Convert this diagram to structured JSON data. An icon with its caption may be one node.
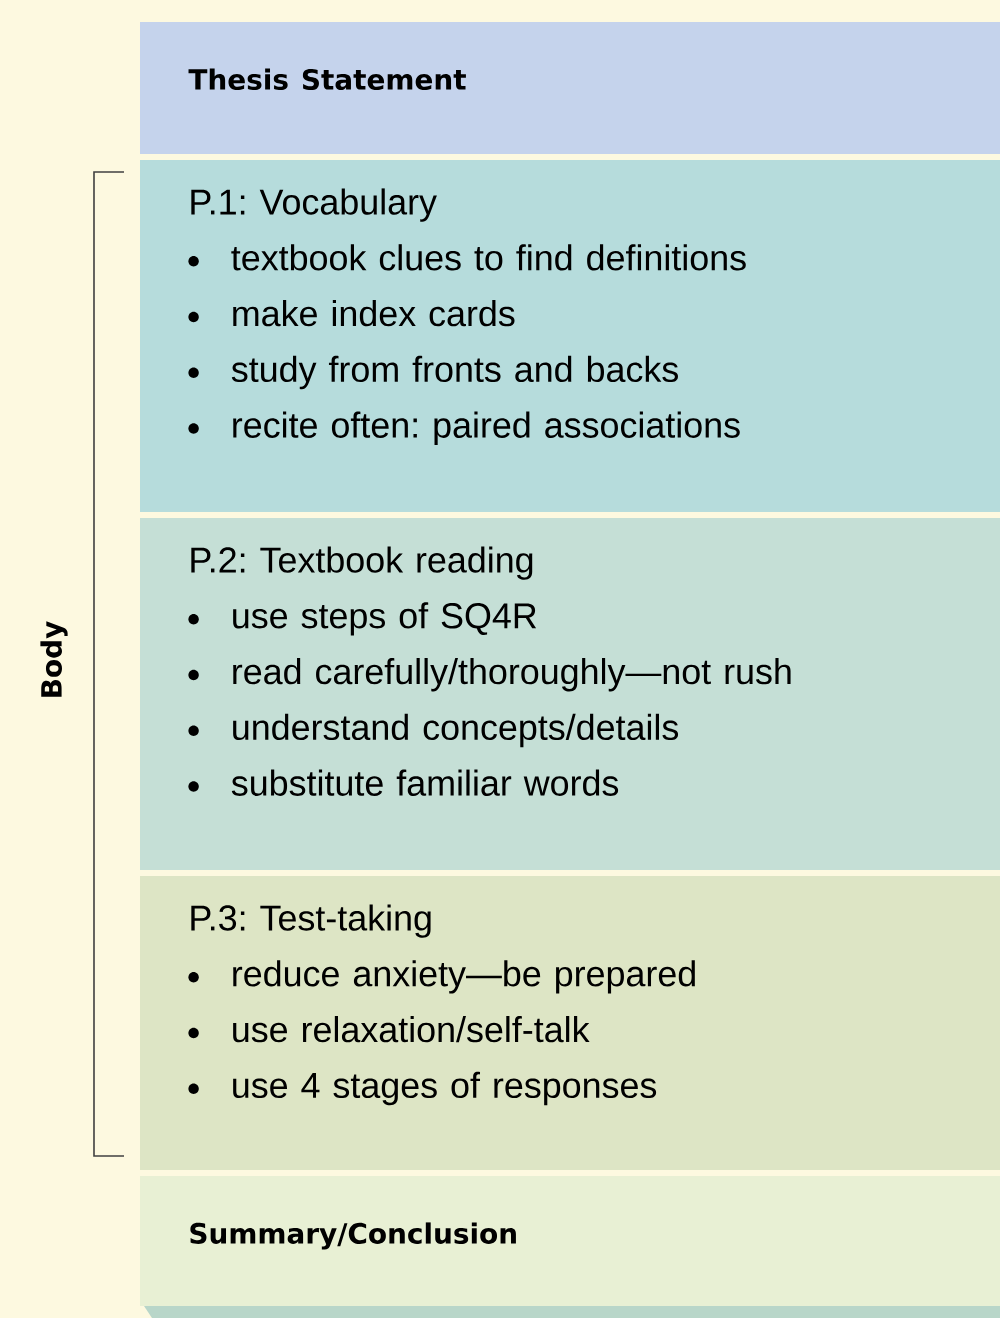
{
  "diagram": {
    "nodes": [
      {
        "text": [
          "Thesis Statement"
        ]
      },
      {
        "text": [
          "P.1: Vocabulary",
          "textbook clues to find definitions",
          "make index cards",
          "study from fronts and backs",
          "recite often: paired associations"
        ]
      },
      {
        "text": [
          "P.2: Textbook reading",
          "use steps of SQ4R",
          "read carefully/thoroughly—not rush",
          "understand concepts/details",
          "substitute familiar words"
        ]
      },
      {
        "text": [
          "P.3: Test-taking",
          "reduce anxiety—be prepared",
          "use relaxation/self-talk",
          "use 4 stages of responses"
        ]
      },
      {
        "text": [
          "Summary/Conclusion"
        ]
      }
    ],
    "labels": [
      "Body"
    ]
  }
}
